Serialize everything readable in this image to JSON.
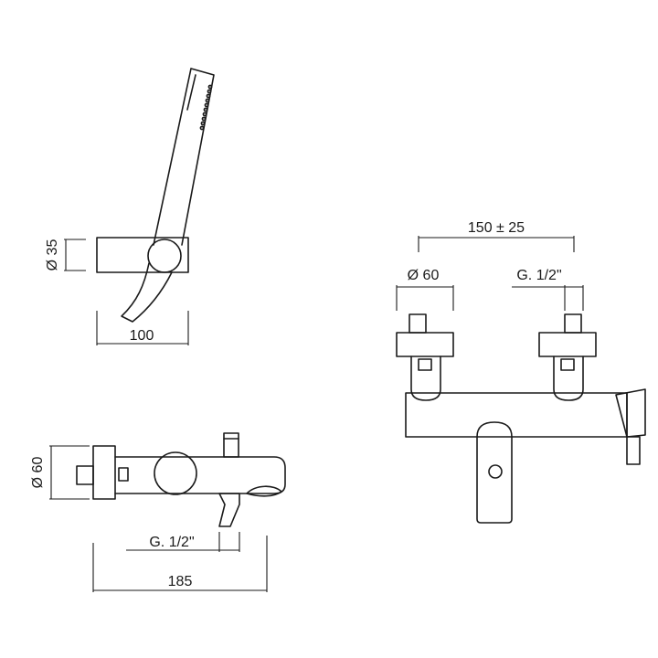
{
  "colors": {
    "line": "#1a1a1a",
    "background": "#ffffff"
  },
  "dimensions": {
    "hand_shower_diameter": "Ø 35",
    "hand_shower_length": "100",
    "side_diameter": "Ø 60",
    "side_thread": "G. 1/2\"",
    "side_length": "185",
    "centers": "150 ± 25",
    "front_diameter": "Ø 60",
    "front_thread": "G. 1/2\""
  }
}
